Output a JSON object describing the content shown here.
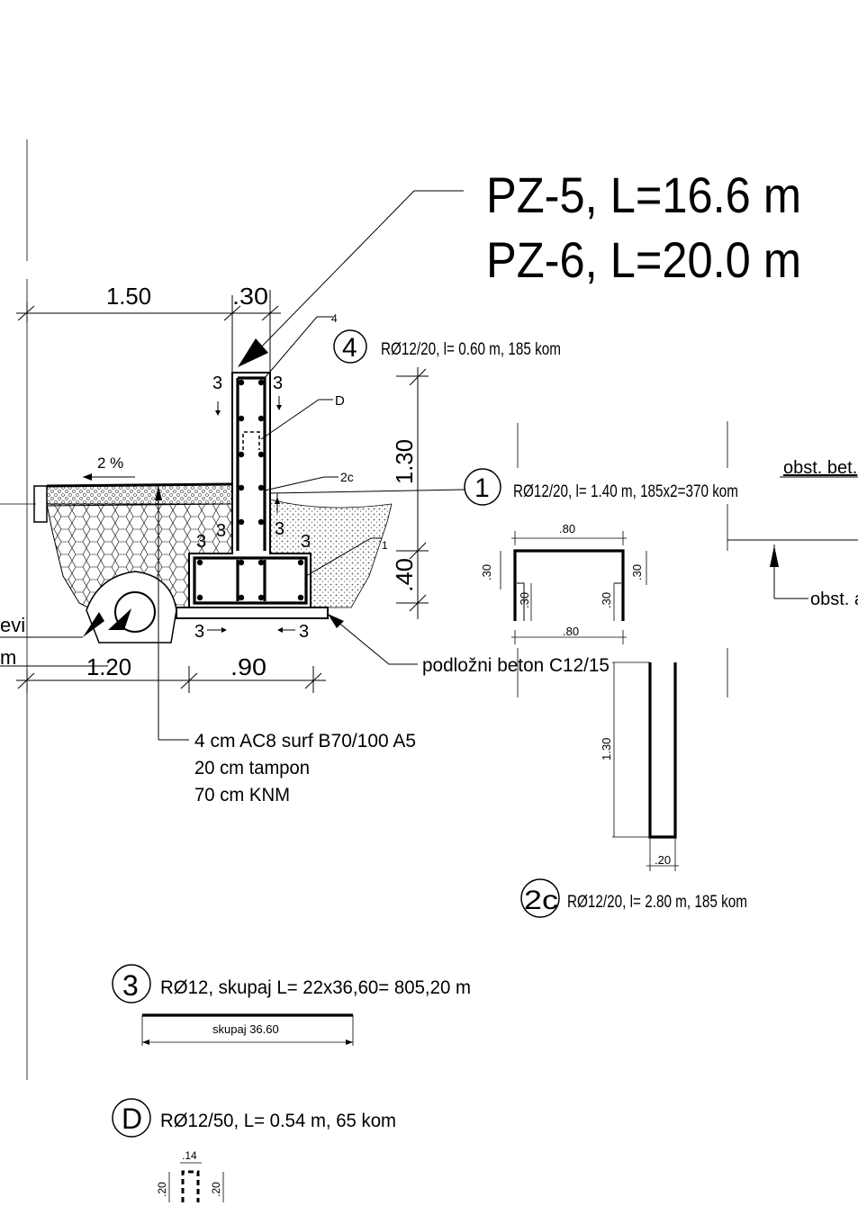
{
  "title": {
    "line1": "PZ-5, L=16.6 m",
    "line2": "PZ-6, L=20.0 m"
  },
  "section": {
    "dim_top_left": "1.50",
    "dim_top_right": ".30",
    "dim_bottom_left": "1.20",
    "dim_bottom_right": ".90",
    "dim_height_wall": "1.30",
    "dim_height_footing": ".40",
    "slope": "2 %",
    "label_section": "3",
    "callout_4": "4",
    "callout_d": "D",
    "callout_2c": "2c",
    "callout_1": "1",
    "partial_left_1": "evi",
    "partial_left_2": "m",
    "pavement_line1": "4 cm AC8 surf B70/100  A5",
    "pavement_line2": "20 cm tampon",
    "pavement_line3": "70 cm KNM",
    "lean_concrete": "podložni beton C12/15"
  },
  "right_partial": {
    "label_top": "obst. bet.",
    "label_bottom": "obst. a"
  },
  "rebars": {
    "r4": {
      "num": "4",
      "text": "RØ12/20, l= 0.60 m, 185 kom"
    },
    "r1": {
      "num": "1",
      "text": "RØ12/20, l= 1.40 m, 185x2=370 kom",
      "dim_top": ".80",
      "dim_bottom": ".80",
      "dim_left": ".30",
      "dim_right": ".30",
      "dim_in_left": ".30",
      "dim_in_right": ".30"
    },
    "r2c": {
      "num": "2c",
      "text": "RØ12/20, l= 2.80 m, 185 kom",
      "dim_height": "1.30",
      "dim_width": ".20"
    },
    "r3": {
      "num": "3",
      "text": "RØ12, skupaj L= 22x36,60= 805,20 m",
      "bar_label": "skupaj 36.60"
    },
    "rD": {
      "num": "D",
      "text": "RØ12/50, L= 0.54 m, 65 kom",
      "dim_top": ".14",
      "dim_left": ".20",
      "dim_right": ".20"
    }
  }
}
